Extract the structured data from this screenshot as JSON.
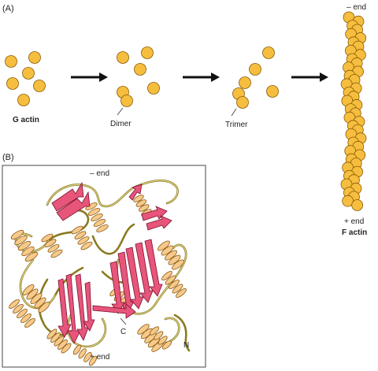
{
  "panel_a": {
    "label": "(A)",
    "g_actin_label": "G actin",
    "dimer_label": "Dimer",
    "trimer_label": "Trimer",
    "minus_end_label": "– end",
    "plus_end_label": "+ end",
    "f_actin_label": "F actin"
  },
  "panel_b": {
    "label": "(B)",
    "minus_end_label": "– end",
    "plus_end_label": "+ end",
    "c_terminus_label": "C",
    "n_terminus_label": "N"
  },
  "colors": {
    "actin_fill": "#F6BE3F",
    "actin_stroke": "#8A5A00",
    "arrow": "#111111",
    "helix": "#F7C98B",
    "sheet": "#E8557A",
    "coil": "#D9D07A",
    "frame": "#444444"
  }
}
